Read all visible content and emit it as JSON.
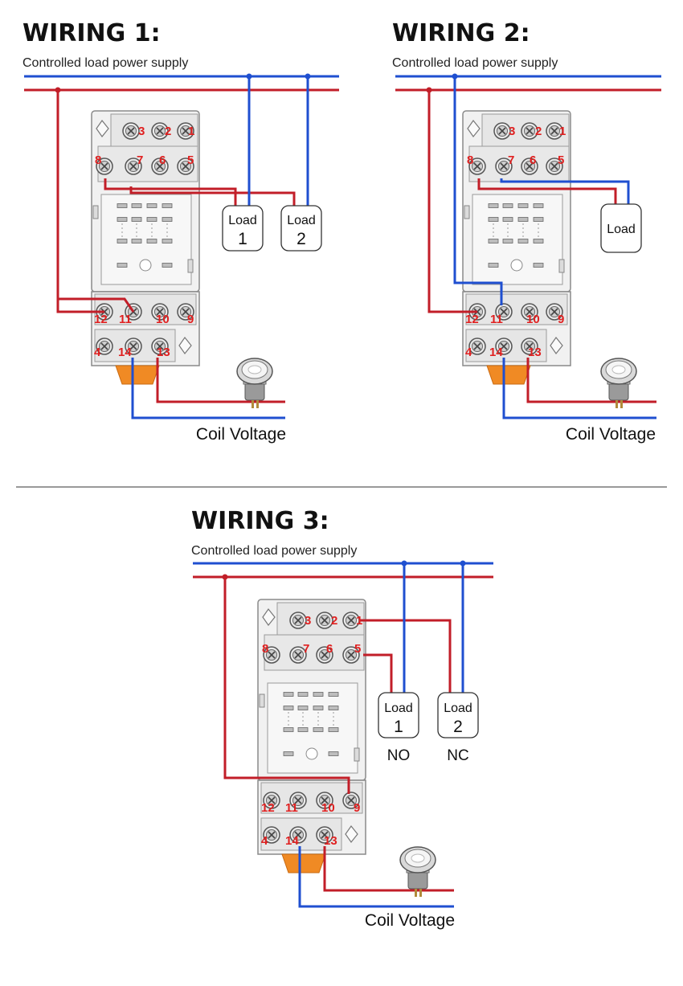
{
  "colors": {
    "blue_wire": "#1f4fd0",
    "red_wire": "#c21e28",
    "terminal_number": "#e02020",
    "socket_body": "#f0f0f0",
    "socket_latch": "#f08a24"
  },
  "wirings": [
    {
      "title": "WIRING 1:",
      "supply_label": "Controlled load power supply",
      "coil_label": "Coil Voltage",
      "loads": [
        {
          "top": "Load",
          "bottom": "1"
        },
        {
          "top": "Load",
          "bottom": "2"
        }
      ],
      "terminals": [
        "3",
        "2",
        "1",
        "8",
        "7",
        "6",
        "5",
        "12",
        "11",
        "10",
        "9",
        "4",
        "14",
        "13"
      ],
      "button_icon": "push-button-icon"
    },
    {
      "title": "WIRING 2:",
      "supply_label": "Controlled load power supply",
      "coil_label": "Coil Voltage",
      "loads": [
        {
          "top": "Load",
          "bottom": ""
        }
      ],
      "terminals": [
        "3",
        "2",
        "1",
        "8",
        "7",
        "6",
        "5",
        "12",
        "11",
        "10",
        "9",
        "4",
        "14",
        "13"
      ],
      "button_icon": "push-button-icon"
    },
    {
      "title": "WIRING 3:",
      "supply_label": "Controlled load power supply",
      "coil_label": "Coil Voltage",
      "loads": [
        {
          "top": "Load",
          "bottom": "1",
          "tag": "NO"
        },
        {
          "top": "Load",
          "bottom": "2",
          "tag": "NC"
        }
      ],
      "terminals": [
        "3",
        "2",
        "1",
        "8",
        "7",
        "6",
        "5",
        "12",
        "11",
        "10",
        "9",
        "4",
        "14",
        "13"
      ],
      "button_icon": "push-button-icon"
    }
  ]
}
